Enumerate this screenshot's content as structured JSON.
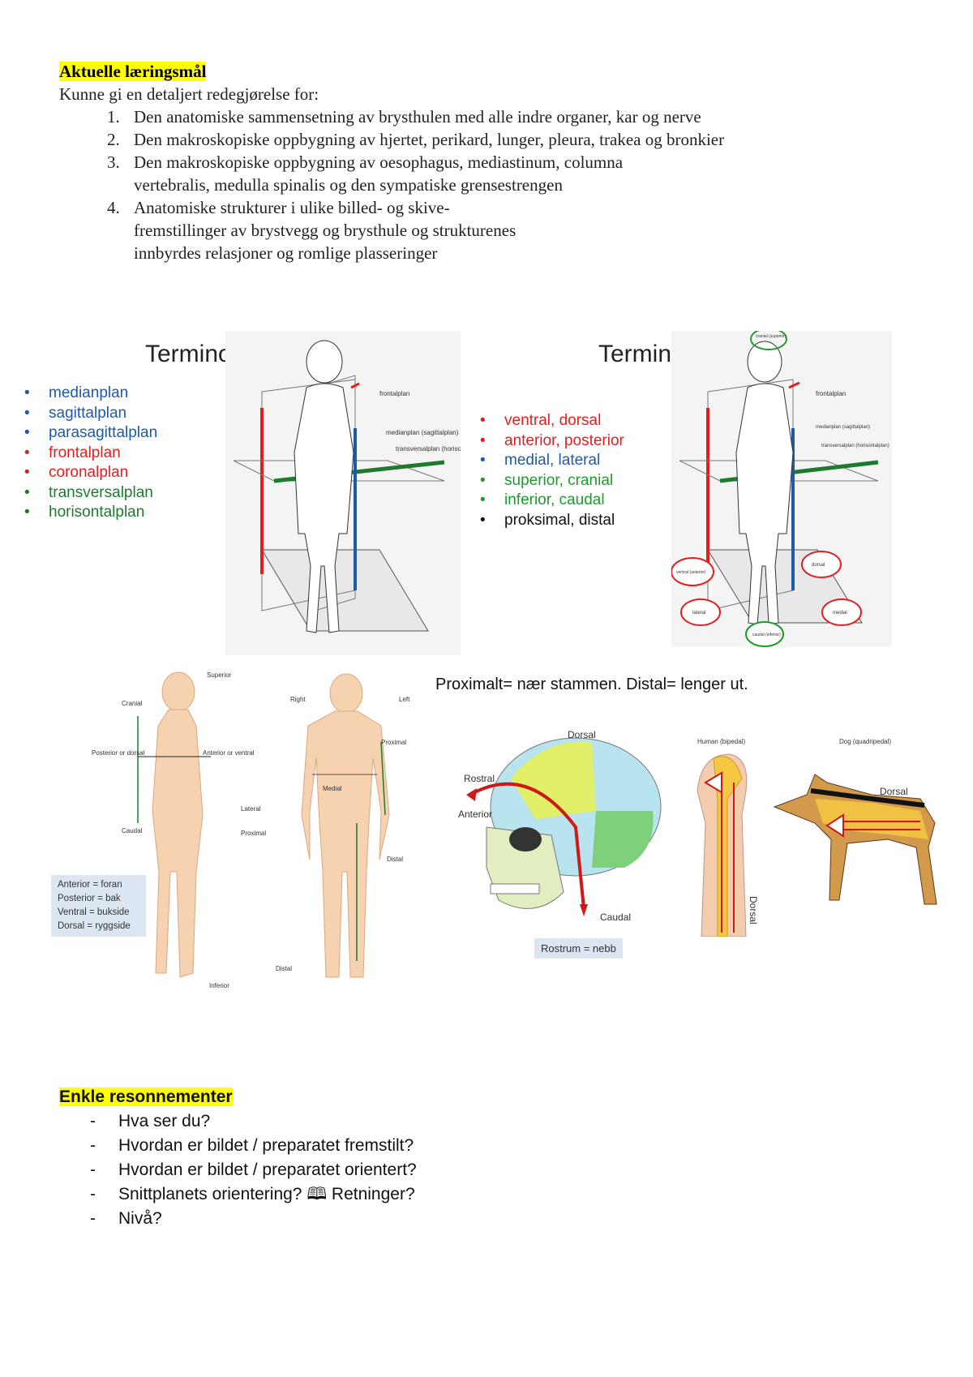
{
  "goals": {
    "heading": "Aktuelle læringsmål",
    "intro": "Kunne gi en detaljert redegjørelse for:",
    "items": [
      "Den anatomiske sammensetning av brysthulen med alle indre organer, kar og nerve",
      "Den makroskopiske oppbygning av hjertet, perikard, lunger, pleura, trakea og bronkier",
      "Den makroskopiske oppbygning av oesophagus,  mediastinum, columna vertebralis, medulla spinalis og  den sympatiske grensestrengen",
      "Anatomiske strukturer i ulike billed- og skive- fremstillinger av brystvegg og brysthule og strukturenes innbyrdes relasjoner og romlige plasseringer"
    ]
  },
  "terminology_left": {
    "title": "Terminologi",
    "items": [
      {
        "label": "medianplan",
        "color": "#1f5aa6"
      },
      {
        "label": "sagittalplan",
        "color": "#1f5aa6"
      },
      {
        "label": "parasagittalplan",
        "color": "#1f5aa6"
      },
      {
        "label": "frontalplan",
        "color": "#e02020"
      },
      {
        "label": "coronalplan",
        "color": "#e02020"
      },
      {
        "label": "transversalplan",
        "color": "#1e7a2e"
      },
      {
        "label": "horisontalplan",
        "color": "#1e7a2e"
      }
    ],
    "figure_labels": {
      "frontal": "frontalplan",
      "median": "medianplan (sagittalplan)",
      "transversal": "transversalplan (horisontalplan)"
    }
  },
  "terminology_right": {
    "title": "Terminologi",
    "items": [
      {
        "label": "ventral, dorsal",
        "color": "#e02020"
      },
      {
        "label": "anterior, posterior",
        "color": "#e02020"
      },
      {
        "label": "medial, lateral",
        "color": "#1f5aa6"
      },
      {
        "label": "superior, cranial",
        "color": "#1e9a2e"
      },
      {
        "label": "inferior, caudal",
        "color": "#1e9a2e"
      },
      {
        "label": "proksimal, distal",
        "color": "#111111"
      }
    ],
    "figure_labels": {
      "top": "cranial (superior)",
      "frontal": "frontalplan",
      "median": "medianplan (sagittalplan)",
      "transversal": "transversalplan (horisontalplan)",
      "ventral": "ventral (anterior)",
      "dorsal": "dorsal",
      "lateral": "lateral",
      "medial": "medial",
      "bottom": "caudal (inferior)"
    }
  },
  "body_figure": {
    "superior": "Superior",
    "inferior": "Inferior",
    "cranial": "Cranial",
    "caudal": "Caudal",
    "posterior": "Posterior or dorsal",
    "anterior": "Anterior or ventral",
    "right": "Right",
    "left": "Left",
    "proximal_arm": "Proximal",
    "medial": "Medial",
    "lateral": "Lateral",
    "proximal_leg": "Proximal",
    "distal_arm": "Distal",
    "distal_leg": "Distal",
    "legend": [
      "Anterior = foran",
      "Posterior = bak",
      "Ventral = bukside",
      "Dorsal = ryggside"
    ]
  },
  "proximal_note": "Proximalt= nær stammen. Distal= lenger ut.",
  "skull_figure": {
    "dorsal": "Dorsal",
    "rostral": "Rostral",
    "anterior": "Anterior",
    "caudal": "Caudal",
    "note": "Rostrum = nebb"
  },
  "bipedal_figure": {
    "human": "Human (bipedal)",
    "dog": "Dog (quadripedal)",
    "dorsal_human": "Dorsal",
    "dorsal_dog": "Dorsal"
  },
  "reasoning": {
    "heading": "Enkle resonnementer",
    "items": [
      "Hva ser du?",
      "Hvordan er bildet / preparatet fremstilt?",
      "Hvordan er bildet / preparatet orientert?",
      "Snittplanets orientering? 🕮 Retninger?",
      "Nivå?"
    ]
  }
}
